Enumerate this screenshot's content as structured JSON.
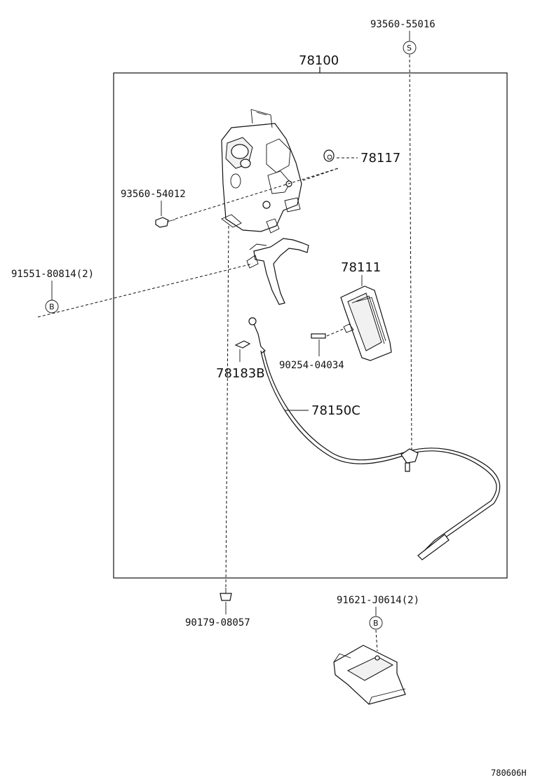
{
  "diagram": {
    "assembly_number": "78100",
    "labels": {
      "p93560_55016": "93560-55016",
      "p78117": "78117",
      "p93560_54012": "93560-54012",
      "p91551_80814": "91551-80814(2)",
      "p78111": "78111",
      "p90254_04034": "90254-04034",
      "p78183b": "78183B",
      "p78150c": "78150C",
      "p90179_08057": "90179-08057",
      "p91621_j0614": "91621-J0614(2)"
    },
    "reference_marks": {
      "s_mark": "S",
      "b_mark_left": "B",
      "b_mark_bottom": "B"
    },
    "figure_code": "780606H"
  }
}
